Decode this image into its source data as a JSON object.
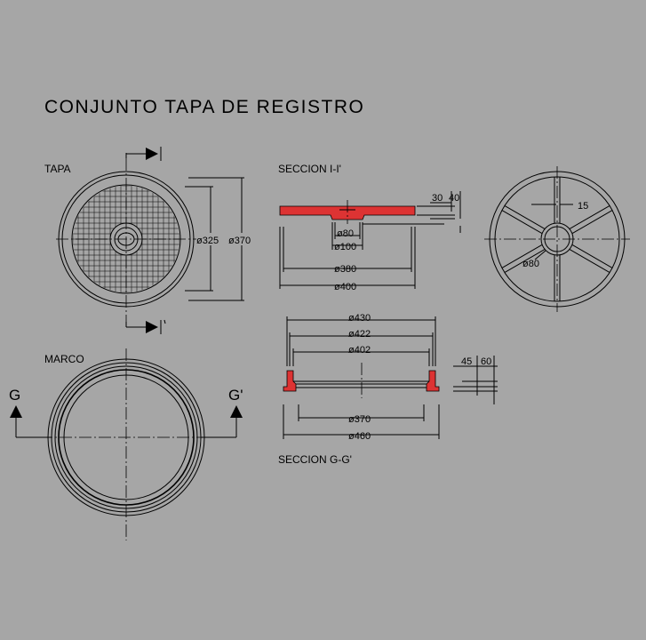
{
  "drawing": {
    "title": "CONJUNTO TAPA DE REGISTRO",
    "views": {
      "tapa": "TAPA",
      "marco": "MARCO",
      "section_i": "SECCION I-I'",
      "section_g": "SECCION G-G'"
    },
    "cut_marks": {
      "i_top": "I",
      "i_bottom": "I'",
      "g_left": "G",
      "g_right": "G'"
    },
    "dimensions": {
      "tapa_d325": "ø325",
      "tapa_d370": "ø370",
      "sec_i_t30": "30",
      "sec_i_t40": "40",
      "sec_i_d80": "ø80",
      "sec_i_d100": "ø100",
      "sec_i_d380": "ø380",
      "sec_i_d400": "ø400",
      "rib_15": "15",
      "rib_d80": "ø80",
      "sec_g_d430": "ø430",
      "sec_g_d422": "ø422",
      "sec_g_d402": "ø402",
      "sec_g_t45": "45",
      "sec_g_t60": "60",
      "sec_g_d370": "ø370",
      "sec_g_d460": "ø460"
    },
    "colors": {
      "background": "#a6a6a6",
      "line": "#000000",
      "section_fill": "#dd3333"
    }
  }
}
